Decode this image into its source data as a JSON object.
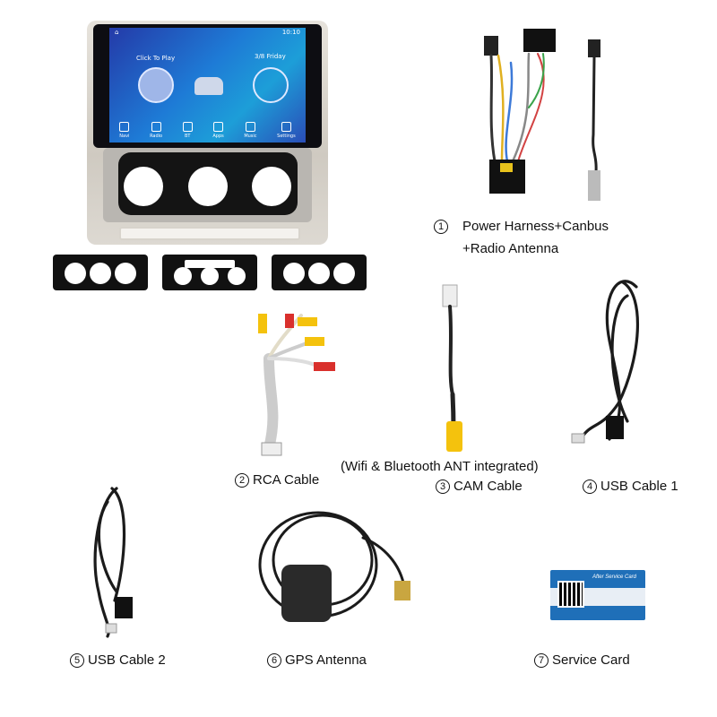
{
  "screen": {
    "time": "10:10",
    "click_to_play": "Click To Play",
    "date": "3/8 Friday",
    "apps": [
      "Navi",
      "Radio",
      "BT",
      "Apps",
      "Music",
      "Settings"
    ]
  },
  "labels": {
    "item1_number": "1",
    "item1_line1": "Power Harness+Canbus",
    "item1_line2": "+Radio Antenna",
    "item2_number": "2",
    "item2": "RCA Cable",
    "wifi_note": "(Wifi & Bluetooth ANT integrated)",
    "item3_number": "3",
    "item3": "CAM Cable",
    "item4_number": "4",
    "item4": "USB Cable 1",
    "item5_number": "5",
    "item5": "USB Cable 2",
    "item6_number": "6",
    "item6": "GPS Antenna",
    "item7_number": "7",
    "item7": "Service Card"
  },
  "service_card": {
    "title": "After Service Card"
  },
  "colors": {
    "screen_blue": "#1e7bd6",
    "rca_yellow": "#f4c20d",
    "rca_red": "#d9302c",
    "card_blue": "#1f6fb8"
  }
}
